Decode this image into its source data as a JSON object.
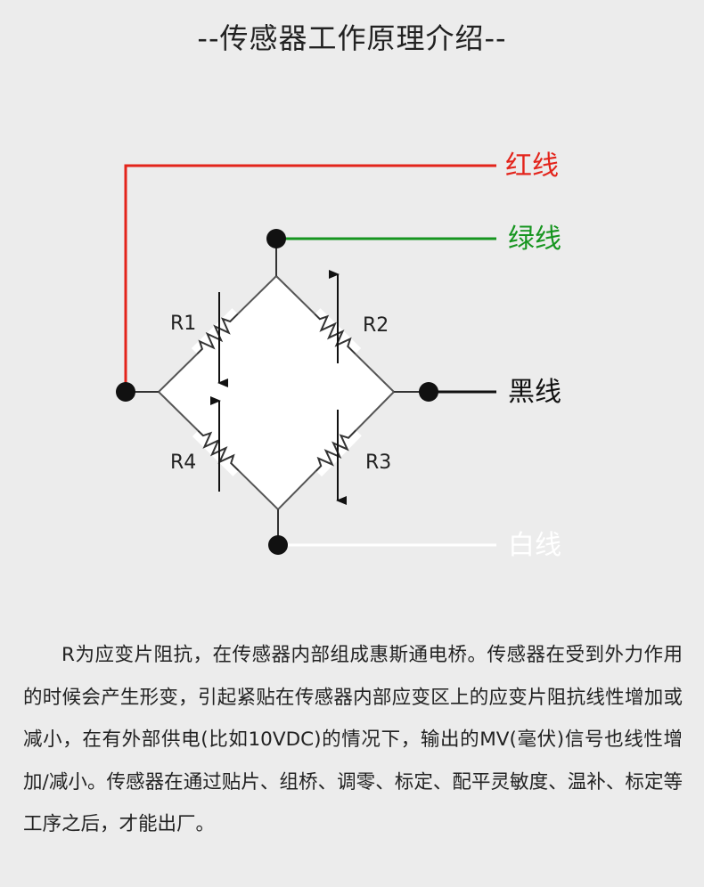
{
  "title": "--传感器工作原理介绍--",
  "wires": {
    "red": {
      "label": "红线",
      "color": "#e3241b"
    },
    "green": {
      "label": "绿线",
      "color": "#16951f"
    },
    "black": {
      "label": "黑线",
      "color": "#111111"
    },
    "white": {
      "label": "白线",
      "color": "#ffffff"
    }
  },
  "resistors": {
    "r1": "R1",
    "r2": "R2",
    "r3": "R3",
    "r4": "R4"
  },
  "description": "R为应变片阻抗，在传感器内部组成惠斯通电桥。传感器在受到外力作用的时候会产生形变，引起紧贴在传感器内部应变区上的应变片阻抗线性增加或减小，在有外部供电(比如10VDC)的情况下，输出的MV(毫伏)信号也线性增加/减小。传感器在通过贴片、组桥、调零、标定、配平灵敏度、温补、标定等工序之后，才能出厂。"
}
